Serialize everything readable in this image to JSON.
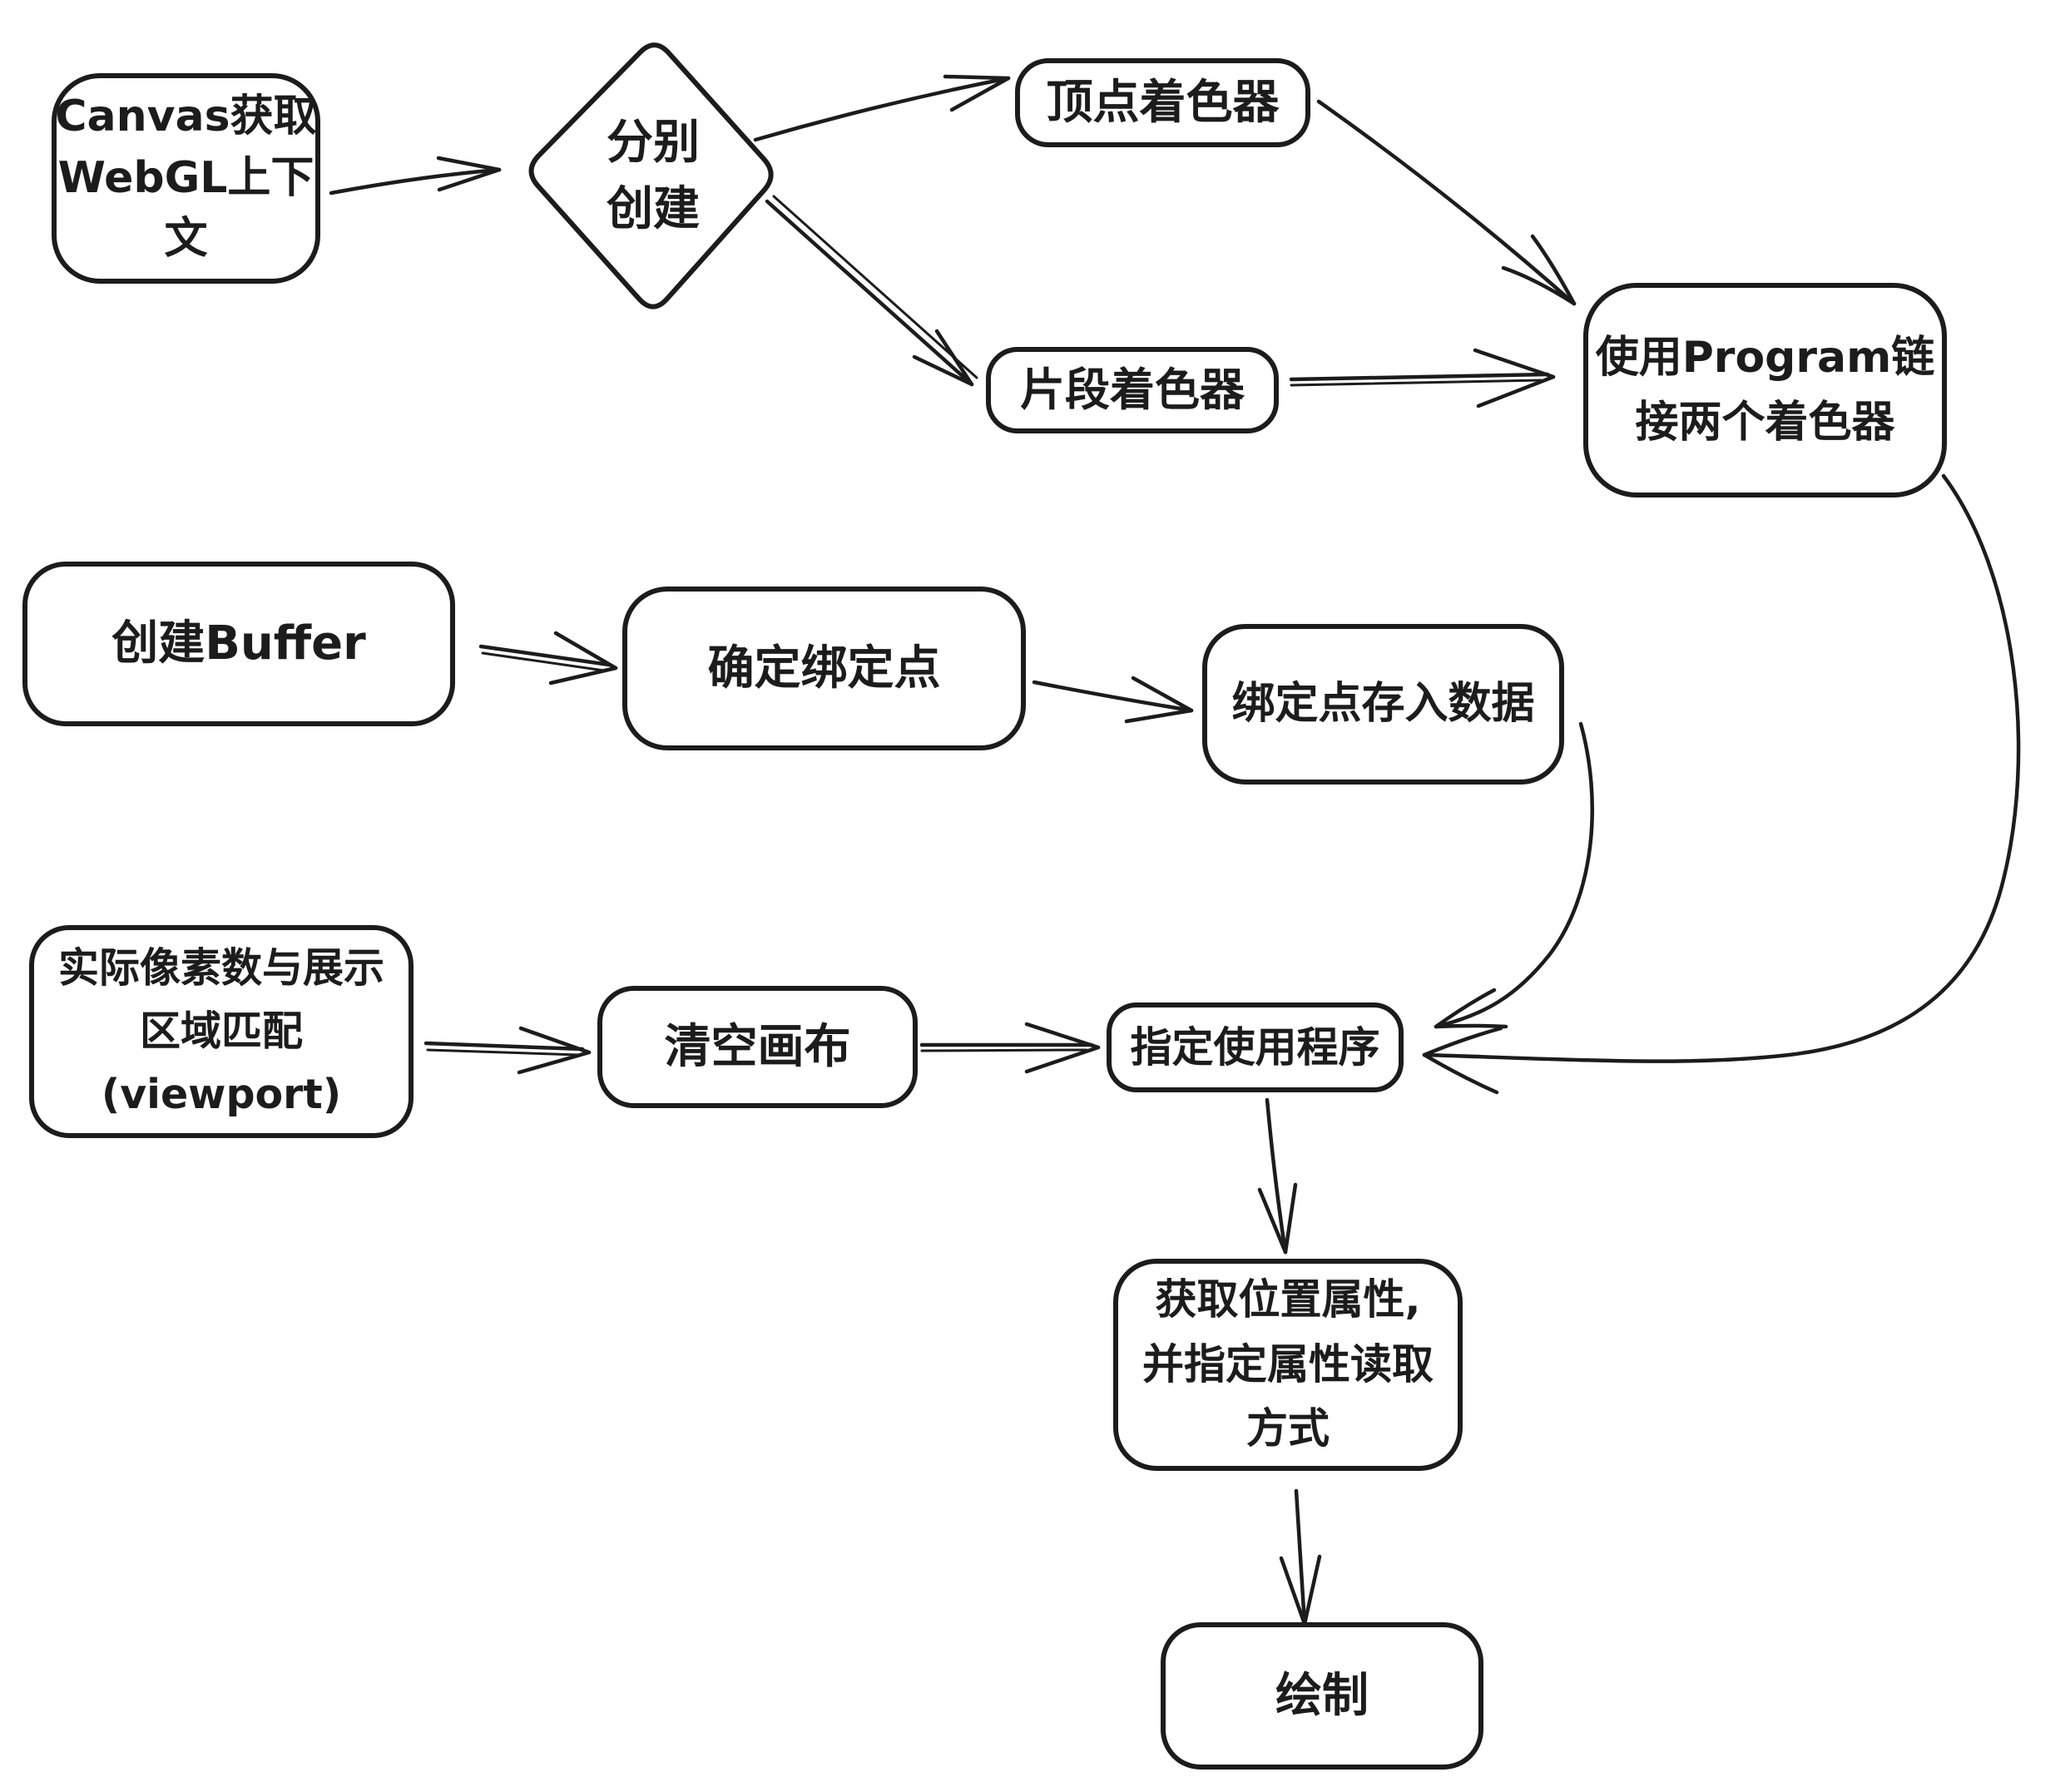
{
  "diagram": {
    "type": "flowchart",
    "style": "hand-drawn",
    "colors": {
      "stroke": "#1c1c1c",
      "background": "#ffffff"
    }
  },
  "nodes": {
    "canvas_context": {
      "shape": "rounded-rect",
      "lines": [
        "Canvas获取",
        "WebGL上下",
        "文"
      ]
    },
    "decision": {
      "shape": "diamond",
      "lines": [
        "分别",
        "创建"
      ]
    },
    "vertex_shader": {
      "shape": "rounded-rect",
      "lines": [
        "顶点着色器"
      ]
    },
    "fragment_shader": {
      "shape": "rounded-rect",
      "lines": [
        "片段着色器"
      ]
    },
    "link_program": {
      "shape": "rounded-rect",
      "lines": [
        "使用Program链",
        "接两个着色器"
      ]
    },
    "create_buffer": {
      "shape": "rounded-rect",
      "lines": [
        "创建Buffer"
      ]
    },
    "bind_point": {
      "shape": "rounded-rect",
      "lines": [
        "确定绑定点"
      ]
    },
    "buffer_data": {
      "shape": "rounded-rect",
      "lines": [
        "绑定点存入数据"
      ]
    },
    "viewport": {
      "shape": "rounded-rect",
      "lines": [
        "实际像素数与展示",
        "区域匹配",
        "(viewport)"
      ]
    },
    "clear_canvas": {
      "shape": "rounded-rect",
      "lines": [
        "清空画布"
      ]
    },
    "use_program": {
      "shape": "rounded-rect",
      "lines": [
        "指定使用程序"
      ]
    },
    "get_attribute": {
      "shape": "rounded-rect",
      "lines": [
        "获取位置属性,",
        "并指定属性读取",
        "方式"
      ]
    },
    "draw": {
      "shape": "rounded-rect",
      "lines": [
        "绘制"
      ]
    }
  },
  "edges": [
    {
      "from": "canvas_context",
      "to": "decision"
    },
    {
      "from": "decision",
      "to": "vertex_shader"
    },
    {
      "from": "decision",
      "to": "fragment_shader"
    },
    {
      "from": "vertex_shader",
      "to": "link_program"
    },
    {
      "from": "fragment_shader",
      "to": "link_program"
    },
    {
      "from": "create_buffer",
      "to": "bind_point"
    },
    {
      "from": "bind_point",
      "to": "buffer_data"
    },
    {
      "from": "viewport",
      "to": "clear_canvas"
    },
    {
      "from": "clear_canvas",
      "to": "use_program"
    },
    {
      "from": "buffer_data",
      "to": "use_program"
    },
    {
      "from": "link_program",
      "to": "use_program"
    },
    {
      "from": "use_program",
      "to": "get_attribute"
    },
    {
      "from": "get_attribute",
      "to": "draw"
    }
  ]
}
